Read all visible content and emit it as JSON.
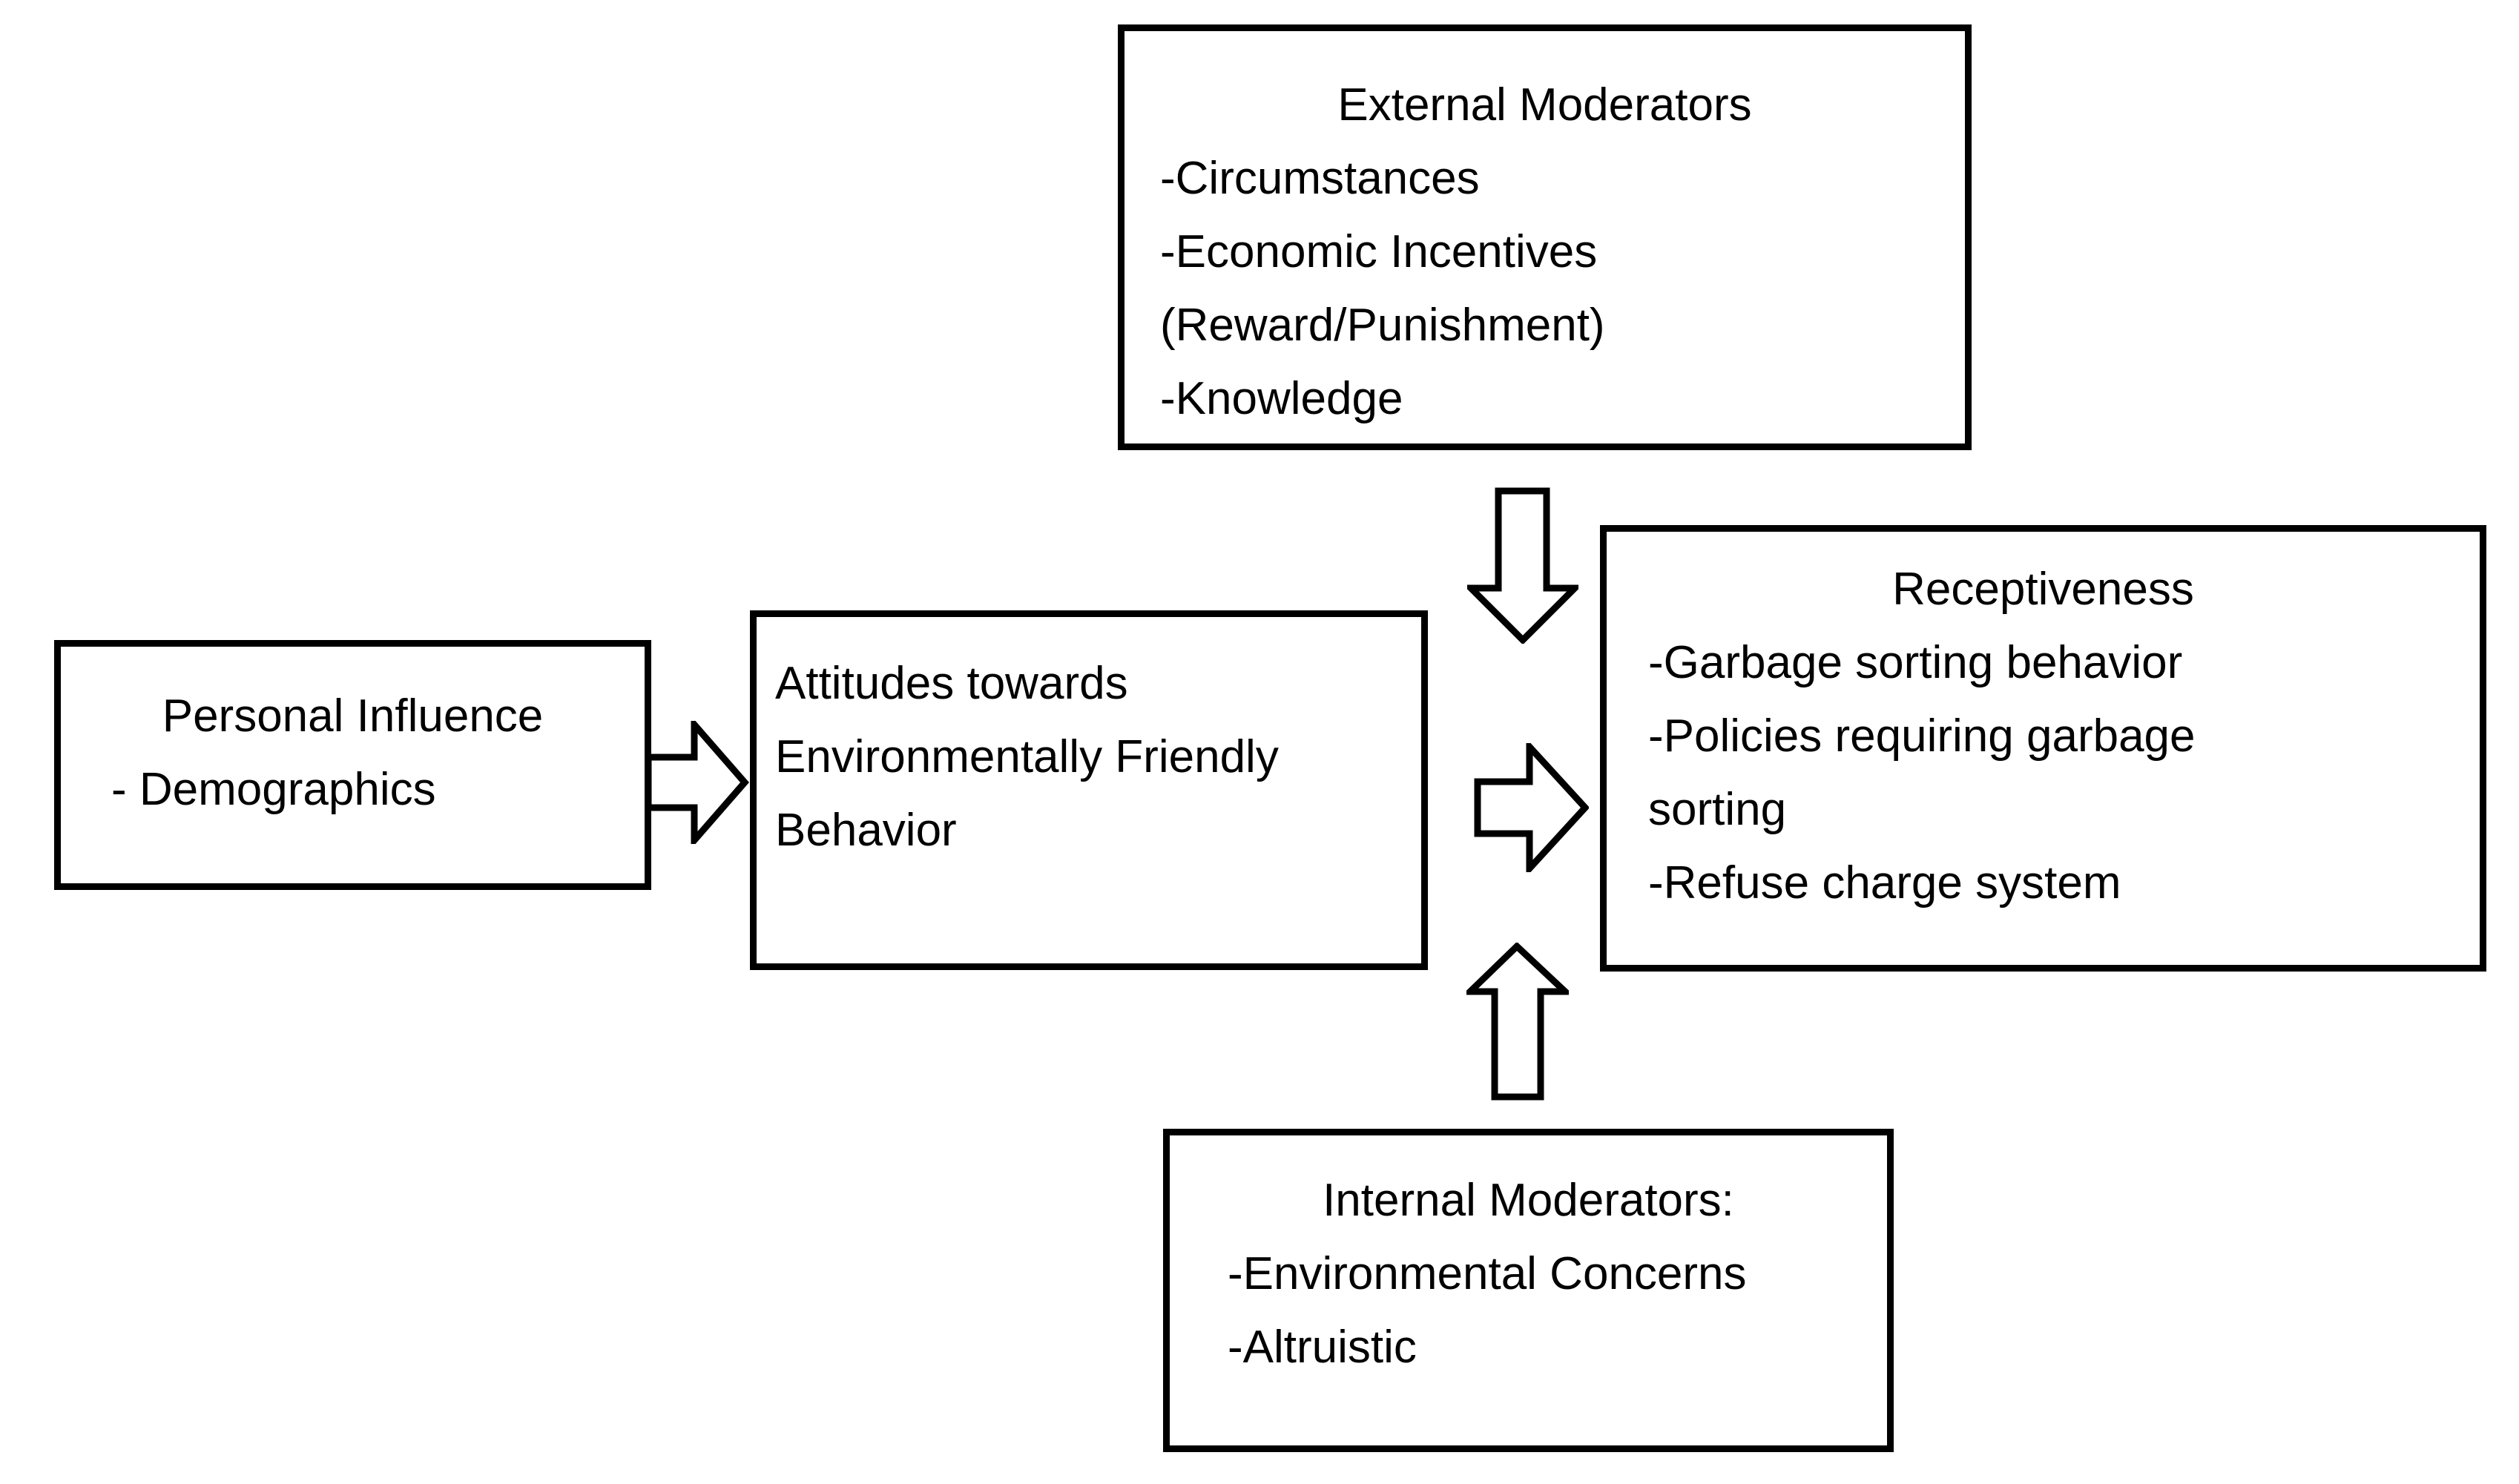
{
  "figure": {
    "background_color": "#ffffff",
    "line_color": "#000000",
    "text_color": "#000000"
  },
  "boxes": {
    "external": {
      "title": "External Moderators",
      "lines": [
        "-Circumstances",
        "-Economic Incentives",
        "(Reward/Punishment)",
        "-Knowledge"
      ]
    },
    "personal": {
      "title": "Personal Influence",
      "lines": [
        "- Demographics"
      ]
    },
    "attitudes": {
      "lines": [
        "Attitudes towards",
        "Environmentally Friendly",
        "Behavior"
      ]
    },
    "receptiveness": {
      "title": "Receptiveness",
      "lines": [
        "-Garbage sorting behavior",
        "-Policies requiring garbage",
        "sorting",
        "-Refuse charge system"
      ]
    },
    "internal": {
      "title": "Internal Moderators:",
      "lines": [
        "-Environmental Concerns",
        "-Altruistic"
      ]
    }
  },
  "arrows": [
    {
      "name": "personal-to-attitudes-arrow",
      "direction": "right"
    },
    {
      "name": "external-moderators-down-arrow",
      "direction": "down"
    },
    {
      "name": "attitudes-to-receptiveness-arrow",
      "direction": "right"
    },
    {
      "name": "internal-moderators-up-arrow",
      "direction": "up"
    }
  ]
}
